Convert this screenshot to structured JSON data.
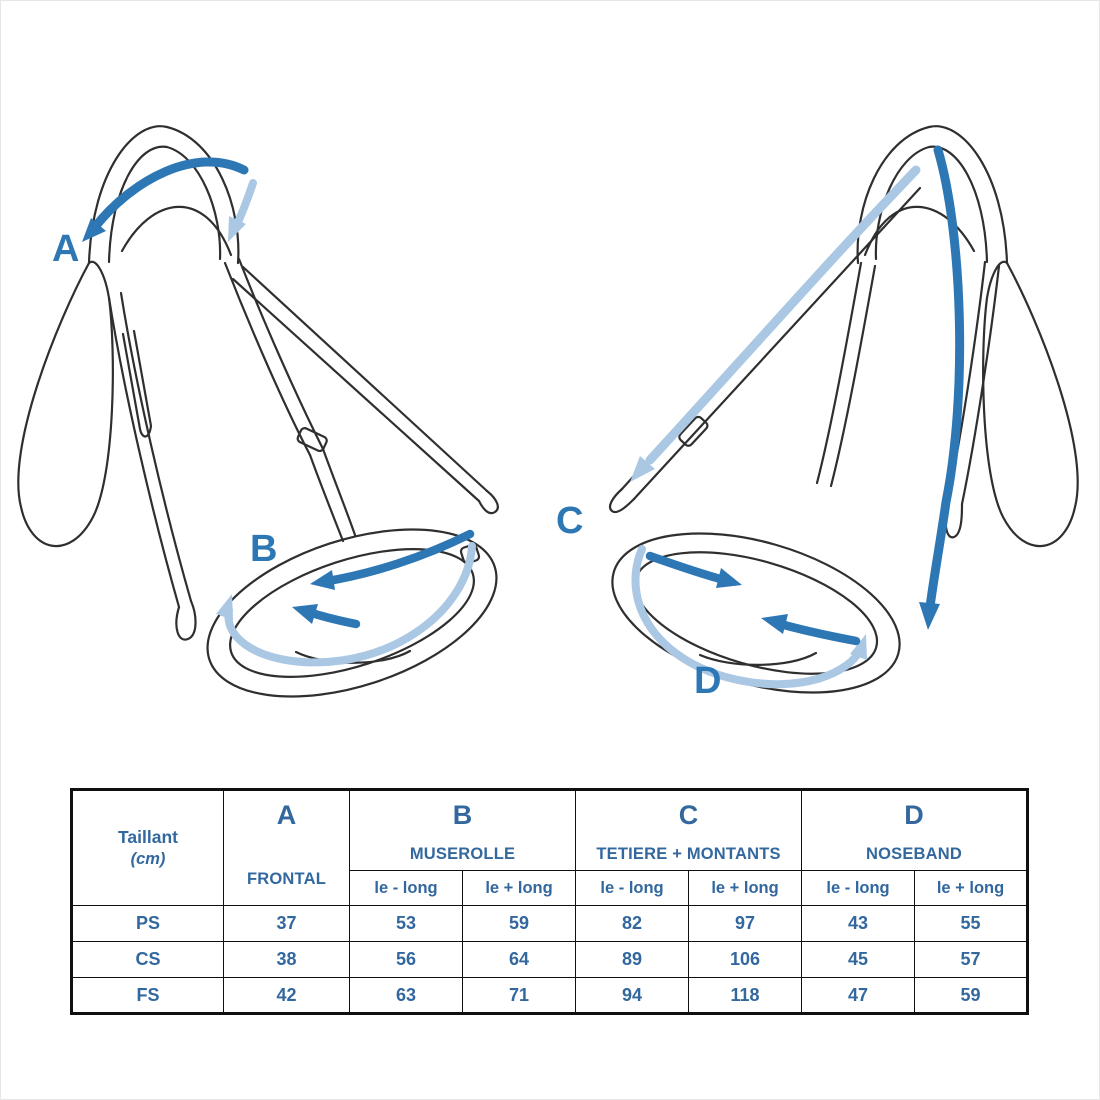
{
  "colors": {
    "measure_primary": "#2e77b5",
    "measure_secondary": "#aac7e4",
    "table_text": "#33689e",
    "line_art": "#2f2f2f"
  },
  "diagram": {
    "labels": {
      "a": "A",
      "b": "B",
      "c": "C",
      "d": "D"
    }
  },
  "table": {
    "corner": {
      "line1": "Taillant",
      "line2": "(cm)"
    },
    "col_a": {
      "letter": "A",
      "name": "FRONTAL"
    },
    "col_b": {
      "letter": "B",
      "name": "MUSEROLLE",
      "sub": [
        "le - long",
        "le + long"
      ]
    },
    "col_c": {
      "letter": "C",
      "name": "TETIERE + MONTANTS",
      "sub": [
        "le - long",
        "le + long"
      ]
    },
    "col_d": {
      "letter": "D",
      "name": "NOSEBAND",
      "sub": [
        "le - long",
        "le + long"
      ]
    },
    "rows": [
      {
        "size": "PS",
        "values": [
          37,
          53,
          59,
          82,
          97,
          43,
          55
        ]
      },
      {
        "size": "CS",
        "values": [
          38,
          56,
          64,
          89,
          106,
          45,
          57
        ]
      },
      {
        "size": "FS",
        "values": [
          42,
          63,
          71,
          94,
          118,
          47,
          59
        ]
      }
    ]
  }
}
